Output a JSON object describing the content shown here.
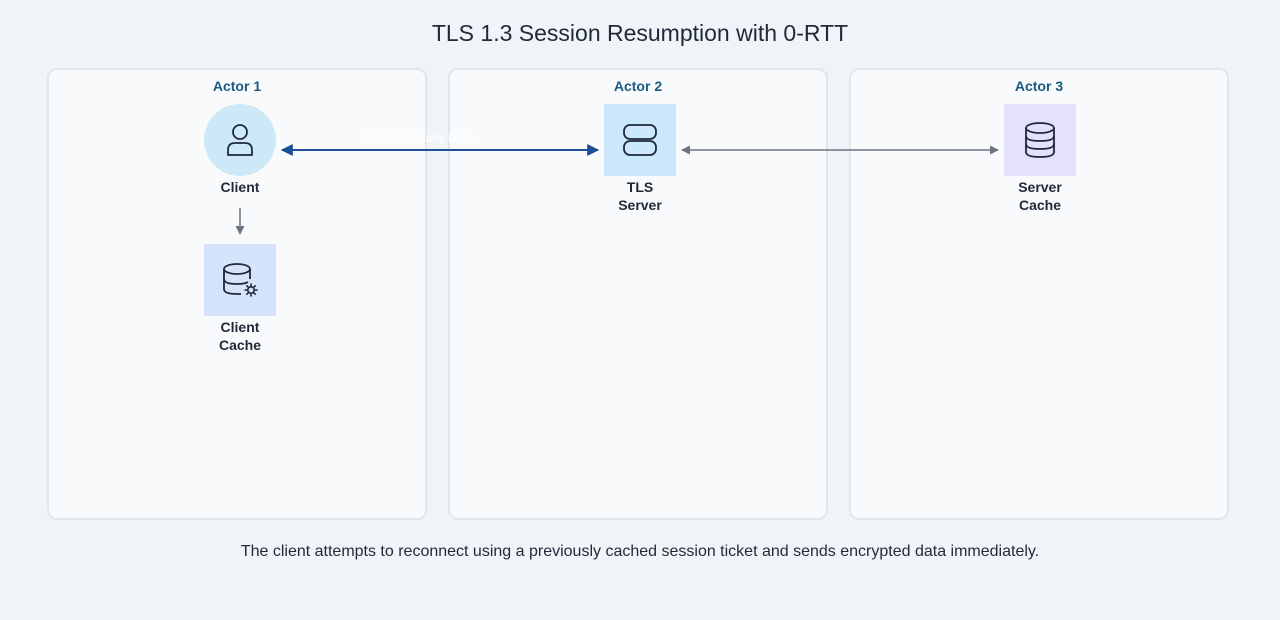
{
  "title": "TLS 1.3 Session Resumption with 0-RTT",
  "lanes": [
    {
      "title": "Actor 1"
    },
    {
      "title": "Actor 2"
    },
    {
      "title": "Actor 3"
    }
  ],
  "nodes": {
    "client": {
      "label_line1": "Client",
      "icon": "user-icon",
      "color": "#cde9f8"
    },
    "client_cache": {
      "label_line1": "Client",
      "label_line2": "Cache",
      "icon": "database-settings-icon",
      "color": "#d6e4fb"
    },
    "tls_server": {
      "label_line1": "TLS",
      "label_line2": "Server",
      "icon": "server-icon",
      "color": "#cbe8fd"
    },
    "server_cache": {
      "label_line1": "Server",
      "label_line2": "Cache",
      "icon": "database-icon",
      "color": "#e4e1fc"
    }
  },
  "edges": [
    {
      "from": "client",
      "to": "tls_server",
      "label": "Encrypted Early Data",
      "color": "#1e4f96"
    },
    {
      "from": "tls_server",
      "to": "server_cache",
      "label": "",
      "color": "#6b7280"
    },
    {
      "from": "client",
      "to": "client_cache",
      "label": "",
      "color": "#6b7280"
    }
  ],
  "caption": "The client attempts to reconnect using a previously cached session ticket and sends encrypted data immediately."
}
